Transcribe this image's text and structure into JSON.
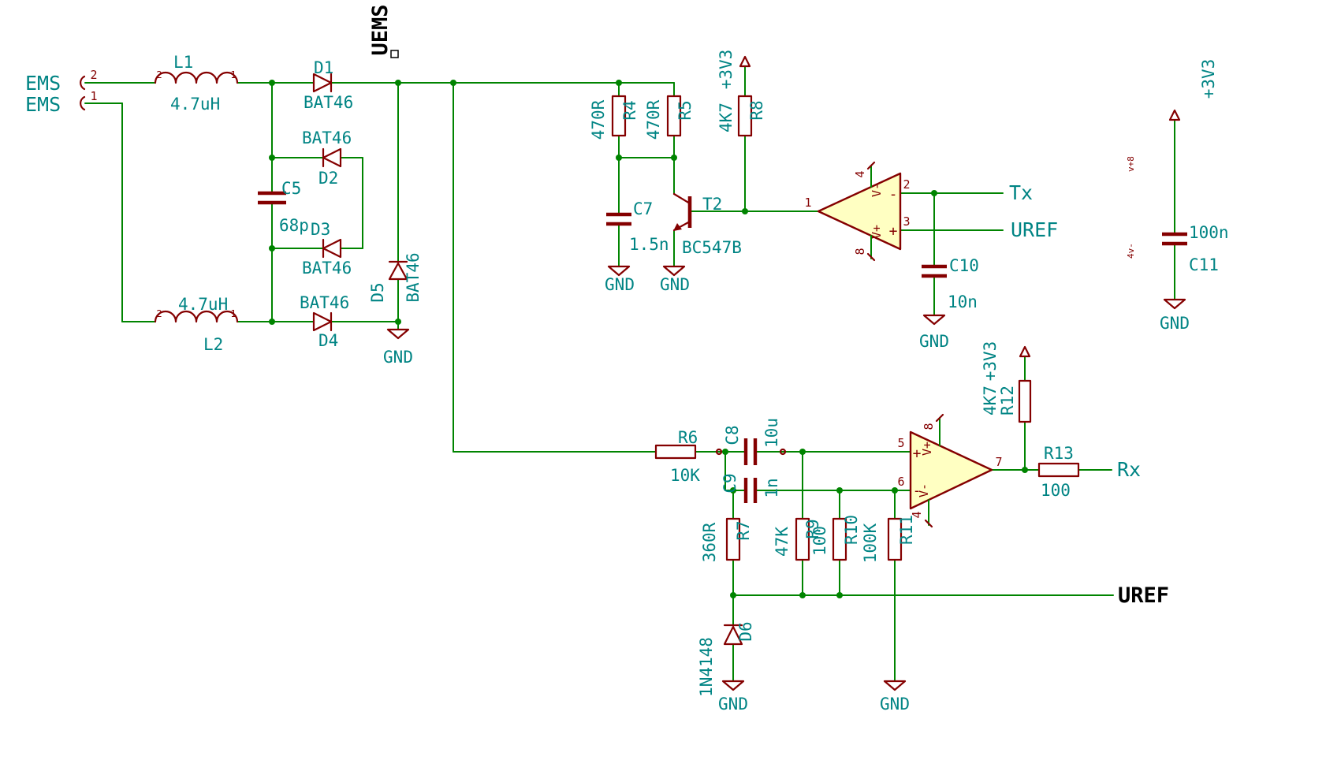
{
  "colors": {
    "wire": "#008400",
    "component": "#840000",
    "field_text": "#008484",
    "pin_number": "#840000",
    "opamp_fill": "#FFFFC2",
    "net_label": "#000000",
    "background": "#FFFFFF"
  },
  "net_labels": {
    "uems": "UEMS",
    "uref": "UREF"
  },
  "ports": {
    "tx": "Tx",
    "rx": "Rx",
    "uref": "UREF"
  },
  "power": {
    "v3v3": "+3V3",
    "gnd": "GND"
  },
  "connector": {
    "pin2_name": "EMS",
    "pin1_name": "EMS",
    "pin2": "2",
    "pin1": "1"
  },
  "components": {
    "L1": {
      "ref": "L1",
      "value": "4.7uH",
      "pin_l": "2",
      "pin_r": "1"
    },
    "L2": {
      "ref": "L2",
      "value": "4.7uH",
      "pin_l": "2",
      "pin_r": "1"
    },
    "D1": {
      "ref": "D1",
      "value": "BAT46"
    },
    "D2": {
      "ref": "D2",
      "value": "BAT46"
    },
    "D3": {
      "ref": "D3",
      "value": "BAT46"
    },
    "D4": {
      "ref": "D4",
      "value": "BAT46"
    },
    "D5": {
      "ref": "D5",
      "value": "BAT46"
    },
    "D6": {
      "ref": "D6",
      "value": "1N4148"
    },
    "C5": {
      "ref": "C5",
      "value": "68p"
    },
    "C7": {
      "ref": "C7",
      "value": "1.5n"
    },
    "C8": {
      "ref": "C8",
      "value": "10u"
    },
    "C9": {
      "ref": "C9",
      "value": "1n"
    },
    "C10": {
      "ref": "C10",
      "value": "10n"
    },
    "C11": {
      "ref": "C11",
      "value": "100n",
      "pin_top": "v+8",
      "pin_bottom": "4v-"
    },
    "R4": {
      "ref": "R4",
      "value": "470R"
    },
    "R5": {
      "ref": "R5",
      "value": "470R"
    },
    "R6": {
      "ref": "R6",
      "value": "10K"
    },
    "R7": {
      "ref": "R7",
      "value": "360R"
    },
    "R8": {
      "ref": "R8",
      "value": "4K7"
    },
    "R9": {
      "ref": "R9",
      "value": "47K"
    },
    "R10": {
      "ref": "R10",
      "value": "100"
    },
    "R11": {
      "ref": "R11",
      "value": "100K"
    },
    "R12": {
      "ref": "R12",
      "value": "4K7"
    },
    "R13": {
      "ref": "R13",
      "value": "100"
    },
    "T2": {
      "ref": "T2",
      "value": "BC547B"
    }
  },
  "opamp_a": {
    "pin_out": "1",
    "pin_top": "2",
    "pin_bottom": "3",
    "pin_pwr_top": "4",
    "pin_pwr_bottom": "8",
    "vminus": "V-",
    "vplus": "V+",
    "minus": "-",
    "plus": "+"
  },
  "opamp_b": {
    "pin_top": "5",
    "pin_bottom": "6",
    "pin_out": "7",
    "pin_pwr_top": "8",
    "pin_pwr_bottom": "4",
    "vplus": "V+",
    "vminus": "V-",
    "plus": "+",
    "minus": "-"
  }
}
